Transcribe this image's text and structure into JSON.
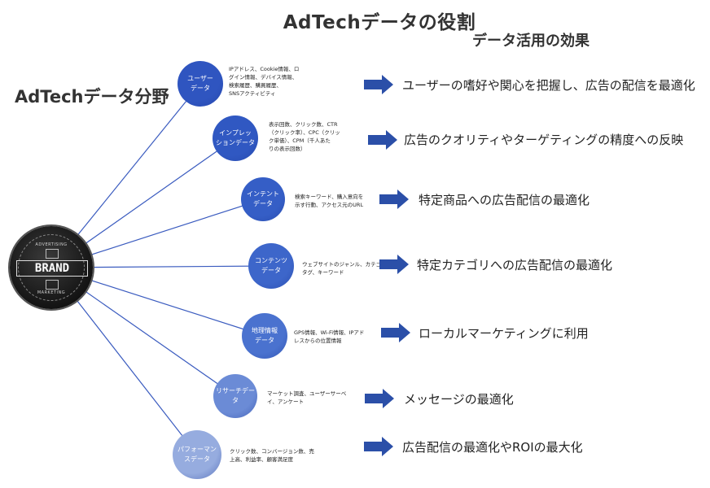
{
  "title": "AdTechデータの役割",
  "left_title": "AdTechデータ分野",
  "effect_header": "データ活用の効果",
  "brand": {
    "word": "BRAND",
    "top_label": "ADVERTISING",
    "bottom_label": "MARKETING"
  },
  "rows": [
    {
      "node": "ユーザー\nデータ",
      "color": "#2f55c0",
      "desc": "IPアドレス、Cookie情報、ロ\nグイン情報、デバイス情報、\n検索履歴、購買履歴、\nSNSアクティビティ",
      "effect": "ユーザーの嗜好や関心を把握し、広告の配信を最適化"
    },
    {
      "node": "インプレッ\nションデータ",
      "color": "#3058c2",
      "desc": "表示回数、クリック数、CTR\n（クリック率）、CPC（クリッ\nク単価）、CPM（千人あた\nりの表示回数）",
      "effect": "広告のクオリティやターゲティングの精度への反映"
    },
    {
      "node": "インテント\nデータ",
      "color": "#355ec6",
      "desc": "検索キーワード、購入意向を\n示す行動、アクセス元のURL",
      "effect": "特定商品への広告配信の最適化"
    },
    {
      "node": "コンテンツ\nデータ",
      "color": "#3d66ca",
      "desc": "ウェブサイトのジャンル、カテゴリ、\nタグ、キーワード",
      "effect": "特定カテゴリへの広告配信の最適化"
    },
    {
      "node": "地理情報\nデータ",
      "color": "#4a72cf",
      "desc": "GPS情報、Wi-Fi情報、IPアド\nレスからの位置情報",
      "effect": "ローカルマーケティングに利用"
    },
    {
      "node": "リサーチデー\nタ",
      "color": "#6b8bd6",
      "desc": "マーケット調査、ユーザーサーベ\nイ、アンケート",
      "effect": "メッセージの最適化"
    },
    {
      "node": "パフォーマン\nスデータ",
      "color": "#96acdf",
      "desc": "クリック数、コンバージョン数、売\n上高、利益率、顧客満足度",
      "effect": "広告配信の最適化やROIの最大化"
    }
  ]
}
